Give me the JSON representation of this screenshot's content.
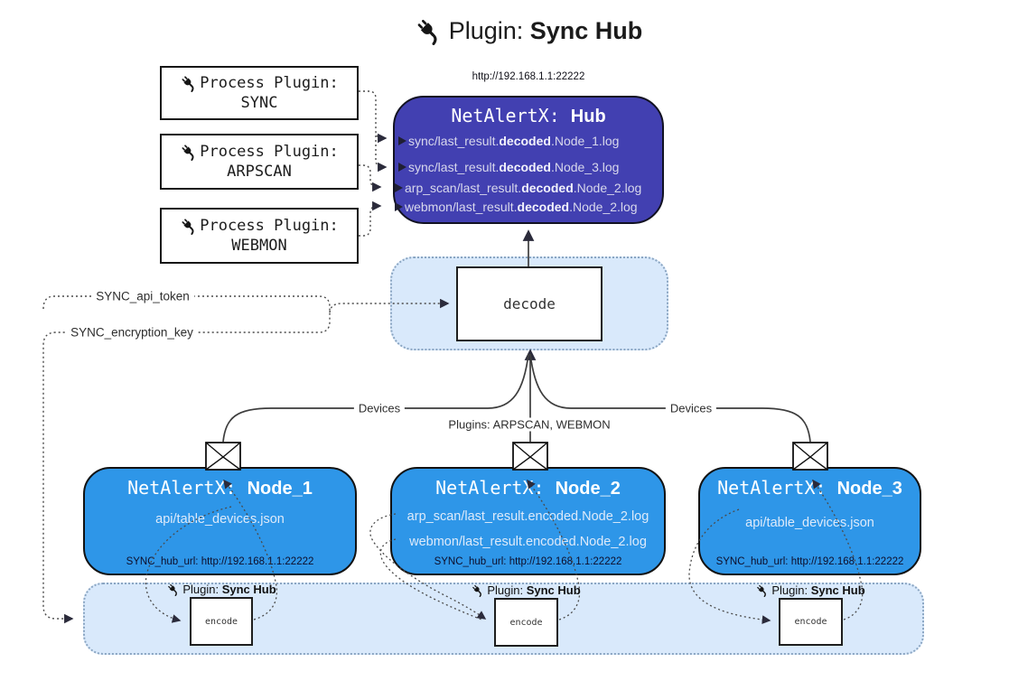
{
  "title": {
    "pre": "Plugin: ",
    "bold": "Sync Hub"
  },
  "hub": {
    "url": "http://192.168.1.1:22222",
    "name_pre": "NetAlertX: ",
    "name_bold": "Hub",
    "logs": [
      {
        "pre": "sync/last_result.",
        "bold": "decoded",
        "post": ".Node_1.log"
      },
      {
        "pre": "sync/last_result.",
        "bold": "decoded",
        "post": ".Node_3.log"
      },
      {
        "pre": "arp_scan/last_result.",
        "bold": "decoded",
        "post": ".Node_2.log"
      },
      {
        "pre": "webmon/last_result.",
        "bold": "decoded",
        "post": ".Node_2.log"
      }
    ]
  },
  "process_plugins": [
    {
      "title": "Process Plugin:",
      "name": "SYNC"
    },
    {
      "title": "Process Plugin:",
      "name": "ARPSCAN"
    },
    {
      "title": "Process Plugin:",
      "name": "WEBMON"
    }
  ],
  "decode": {
    "label": "decode"
  },
  "tokens": {
    "api_token": "SYNC_api_token",
    "encryption_key": "SYNC_encryption_key"
  },
  "edge_labels": {
    "left": "Devices",
    "middle": "Plugins: ARPSCAN, WEBMON",
    "right": "Devices"
  },
  "nodes": [
    {
      "name_pre": "NetAlertX: ",
      "name_bold": "Node_1",
      "files": [
        "api/table_devices.json"
      ],
      "hub_url": "SYNC_hub_url: http://192.168.1.1:22222"
    },
    {
      "name_pre": "NetAlertX: ",
      "name_bold": "Node_2",
      "files": [
        "arp_scan/last_result.encoded.Node_2.log",
        "webmon/last_result.encoded.Node_2.log"
      ],
      "hub_url": "SYNC_hub_url: http://192.168.1.1:22222"
    },
    {
      "name_pre": "NetAlertX: ",
      "name_bold": "Node_3",
      "files": [
        "api/table_devices.json"
      ],
      "hub_url": "SYNC_hub_url: http://192.168.1.1:22222"
    }
  ],
  "encode": {
    "plugin_pre": "Plugin: ",
    "plugin_bold": "Sync Hub",
    "label": "encode"
  },
  "colors": {
    "hub": "#4240b1",
    "node": "#2e96e8",
    "panel": "#d9e9fb",
    "panelBorder": "#8aa5c2",
    "line": "#3d3d3d",
    "dotted": "#4a4a4a",
    "arrow": "#2b2b3b"
  }
}
